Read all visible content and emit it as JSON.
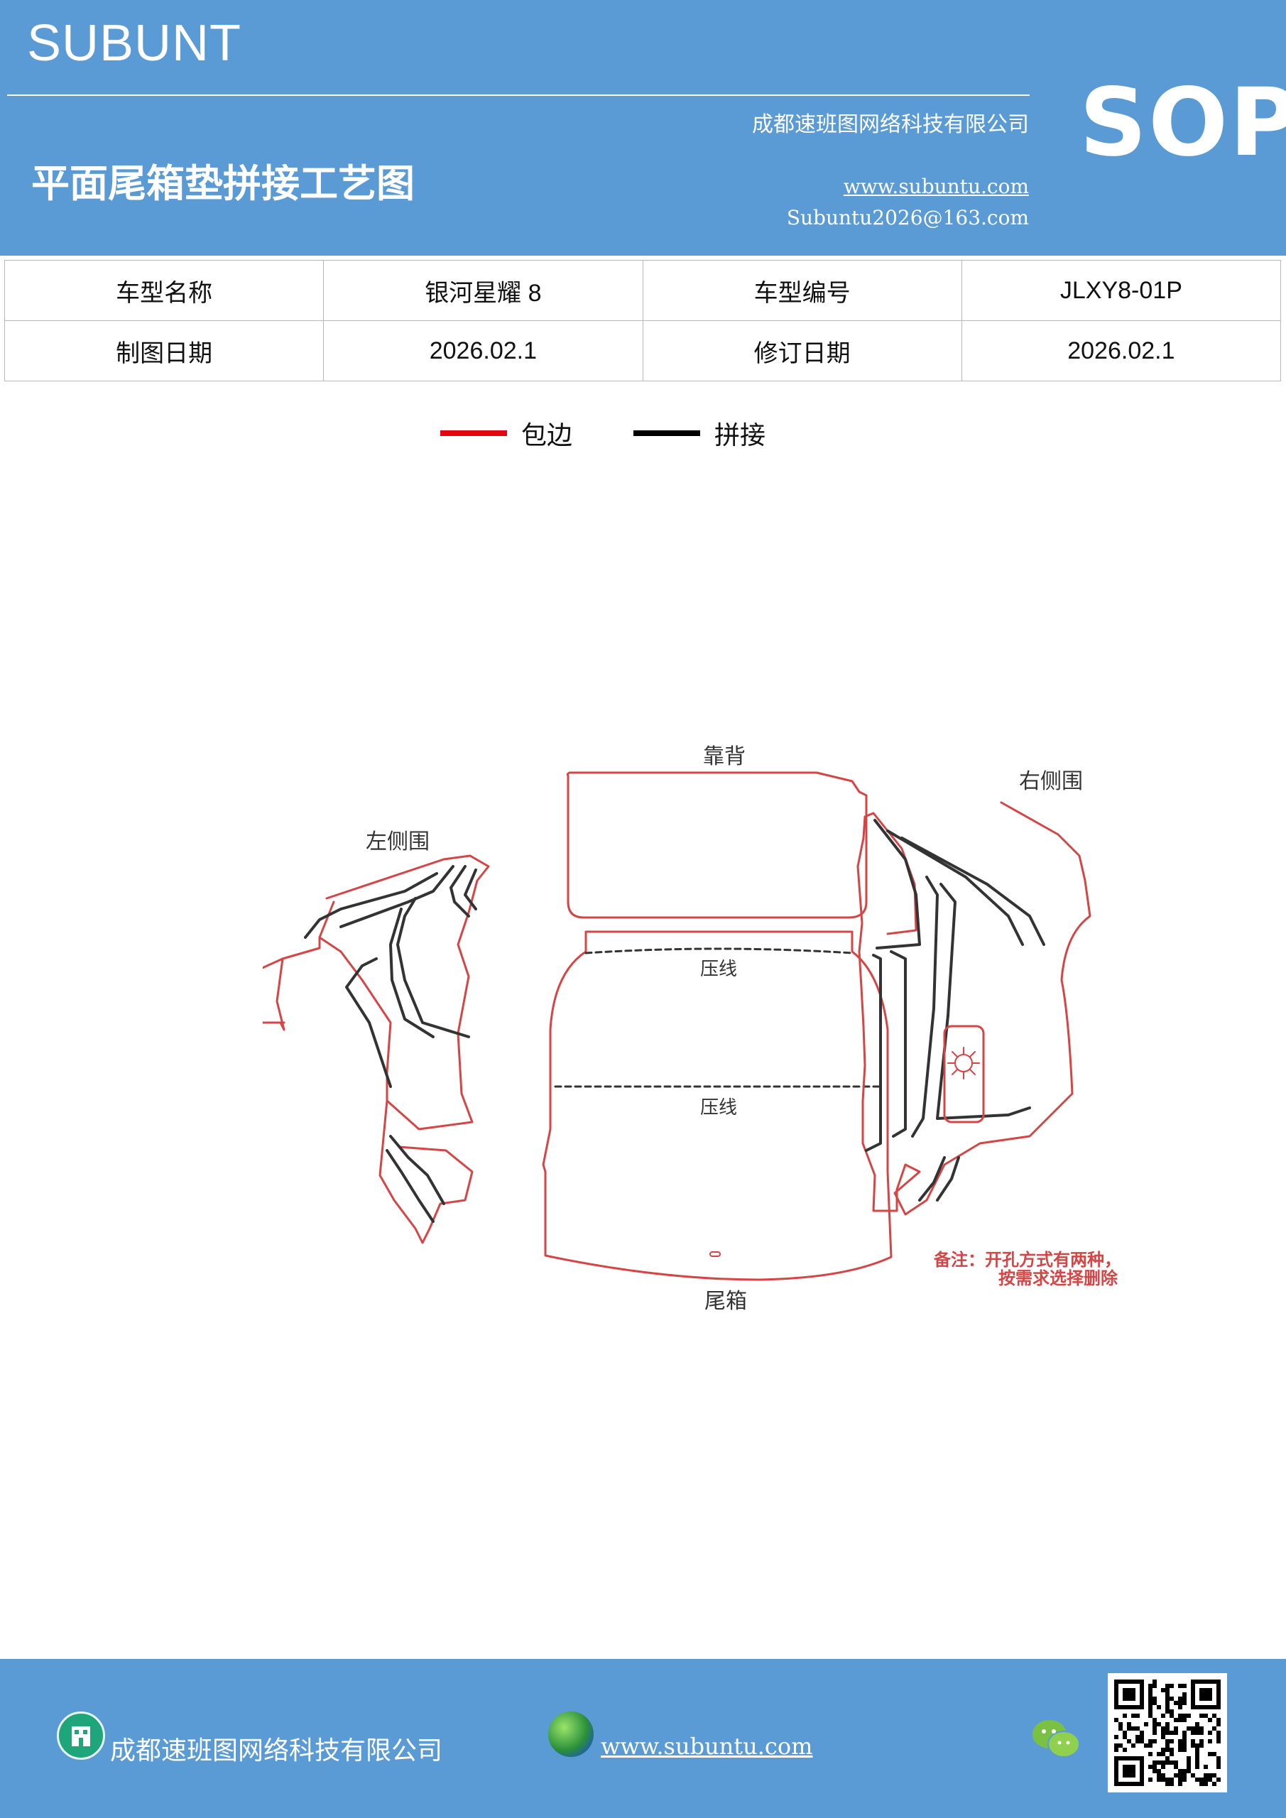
{
  "header": {
    "brand": "SUBUNT",
    "company": "成都速班图网络科技有限公司",
    "title": "平面尾箱垫拼接工艺图",
    "website": "www.subuntu.com",
    "email": "Subuntu2026@163.com",
    "sop": "SOP",
    "bg_color": "#5b9bd5"
  },
  "info_table": {
    "rows": [
      {
        "label1": "车型名称",
        "value1": "银河星耀 8",
        "label2": "车型编号",
        "value2": "JLXY8-01P"
      },
      {
        "label1": "制图日期",
        "value1": "2026.02.1",
        "label2": "修订日期",
        "value2": "2026.02.1"
      }
    ]
  },
  "legend": {
    "items": [
      {
        "label": "包边",
        "color": "#e30613"
      },
      {
        "label": "拼接",
        "color": "#000000"
      }
    ]
  },
  "diagram": {
    "labels": {
      "back": "靠背",
      "left": "左侧围",
      "right": "右侧围",
      "crease1": "压线",
      "crease2": "压线",
      "trunk": "尾箱"
    },
    "note_line1": "备注：开孔方式有两种，",
    "note_line2": "按需求选择删除",
    "edge_color": "#d64545",
    "seam_color": "#333333"
  },
  "footer": {
    "company": "成都速班图网络科技有限公司",
    "website": "www.subuntu.com",
    "icons": [
      "building-icon",
      "globe-icon",
      "wechat-icon",
      "qr-code"
    ]
  }
}
